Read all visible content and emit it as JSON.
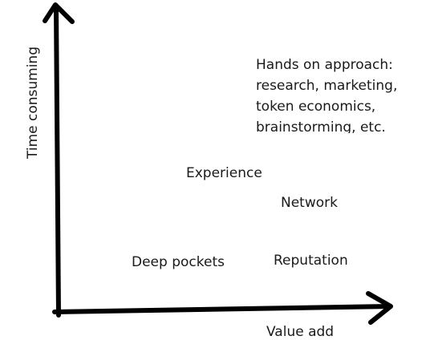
{
  "diagram": {
    "y_axis_label": "Time consuming",
    "x_axis_label": "Value add",
    "note_lines": [
      "Hands on approach:",
      "research, marketing,",
      "token economics,",
      "brainstorming, etc."
    ],
    "items": [
      {
        "label": "Experience"
      },
      {
        "label": "Network"
      },
      {
        "label": "Deep pockets"
      },
      {
        "label": "Reputation"
      }
    ],
    "ink_color": "#000000",
    "background_color": "#ffffff"
  }
}
